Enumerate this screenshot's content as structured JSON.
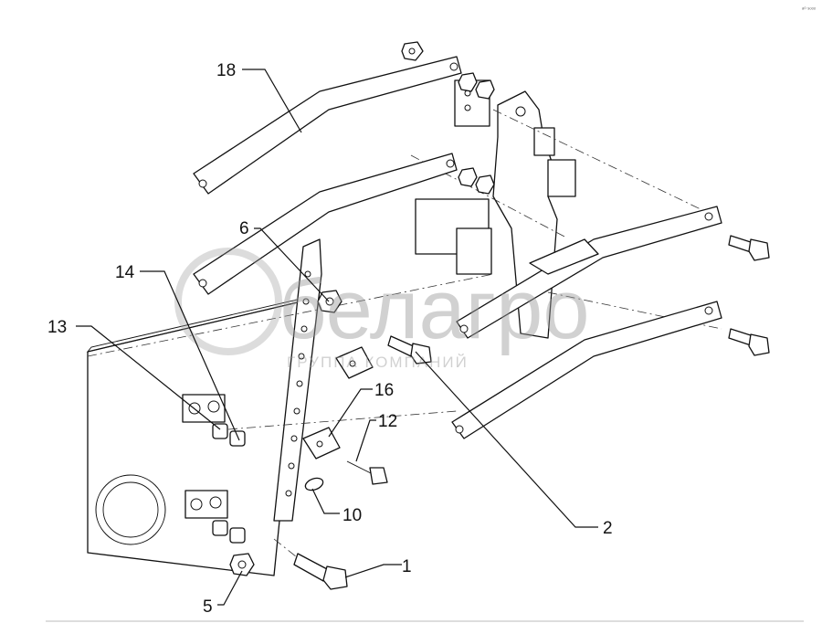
{
  "diagram": {
    "callouts": [
      {
        "id": "c18",
        "label": "18"
      },
      {
        "id": "c6",
        "label": "6"
      },
      {
        "id": "c14",
        "label": "14"
      },
      {
        "id": "c13",
        "label": "13"
      },
      {
        "id": "c16",
        "label": "16"
      },
      {
        "id": "c12",
        "label": "12"
      },
      {
        "id": "c10",
        "label": "10"
      },
      {
        "id": "c2",
        "label": "2"
      },
      {
        "id": "c1",
        "label": "1"
      },
      {
        "id": "c5",
        "label": "5"
      }
    ],
    "watermark": {
      "name": "белагро",
      "tagline": "ГРУППА КОМПАНИЙ"
    },
    "corner_mark": "ᵃ⁰ ˢᵒᵒᵒ"
  }
}
